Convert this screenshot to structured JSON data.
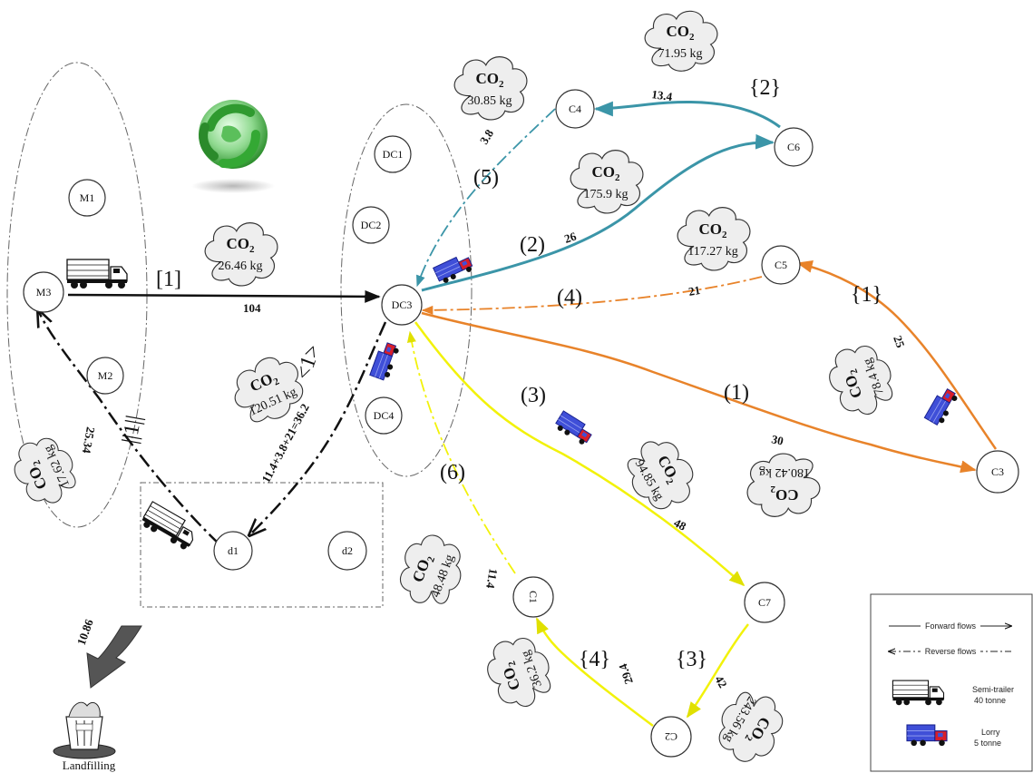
{
  "nodes": {
    "m1": "M1",
    "m2": "M2",
    "m3": "M3",
    "dc1": "DC1",
    "dc2": "DC2",
    "dc3": "DC3",
    "dc4": "DC4",
    "c1": "C1",
    "c2": "C2",
    "c3": "C3",
    "c4": "C4",
    "c5": "C5",
    "c6": "C6",
    "c7": "C7",
    "d1": "d1",
    "d2": "d2"
  },
  "co2": {
    "symbol": "CO",
    "subscript": "2",
    "m3_dc3": "26.46 kg",
    "c5_dc3": "117.27 kg",
    "c6_c4": "71.95 kg",
    "c4_dc3": "30.85 kg",
    "dc3_c6": "175.9 kg",
    "c3_c5": "78.4 kg",
    "dc3_c3": "180.42 kg",
    "dc3_c7": "94.85 kg",
    "c1_dc3": "48.48 kg",
    "c2_c1": "36.2 kg",
    "c7_c2": "243.56 kg",
    "dc3_d1": "120.51 kg",
    "d1_m3": "17.62 kg"
  },
  "distances": {
    "m3_dc3": "104",
    "c6_c4": "13.4",
    "c4_dc3": "3.8",
    "dc3_c6": "26",
    "c5_dc3": "21",
    "c3_c5": "25",
    "dc3_c3": "30",
    "dc3_c7": "48",
    "c7_c2": "42",
    "c2_c1": "29.4",
    "c1_dc3": "11.4",
    "dc3_d1": "11.4+3.8+21=36.2",
    "d1_m3": "25.34",
    "d1_landfill": "10.86"
  },
  "routes": {
    "r_m3": "[1]",
    "r_c6_upper": "{2}",
    "r_dc3_c6": "(2)",
    "r_c4": "(5)",
    "r_c5": "(4)",
    "r_c5_upper": "{1}",
    "r_dc3_c3": "(1)",
    "r_dc3_c7": "(3)",
    "r_c7": "{3}",
    "r_c1": "{4}",
    "r_c1_dc3": "(6)",
    "r_d1_dc3": "<1>",
    "r_d1_m3": "||1||"
  },
  "landfilling": "Landfilling",
  "legend": {
    "forward": "Forward flows",
    "reverse": "Reverse flows",
    "semi": "Semi-trailer",
    "semi_cap": "40 tonne",
    "lorry": "Lorry",
    "lorry_cap": "5 tonne"
  },
  "colors": {
    "black_route": "#111111",
    "teal_route": "#3b95a8",
    "orange_route": "#e8832a",
    "yellow_route": "#f2f20a",
    "lorry_blue": "#3f4fd8",
    "globe_green": "#3bb53b",
    "arrow_gray": "#555555"
  },
  "icons": [
    "recycle-globe-icon",
    "semi-trailer-truck-icon",
    "lorry-truck-icon",
    "trash-bin-icon",
    "curved-arrow-icon"
  ]
}
